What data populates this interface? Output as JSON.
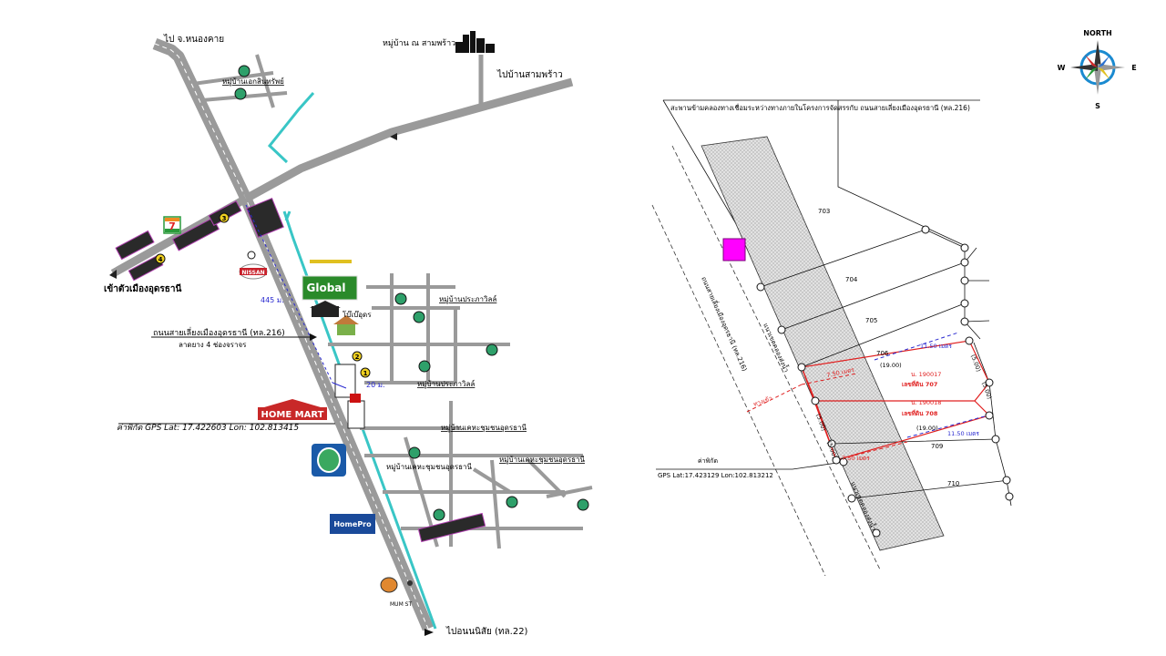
{
  "left_map": {
    "to_nongkhai": "ไป จ.หนองคาย",
    "village_samphrao": "หมู่บ้าน ณ สามพร้าว",
    "to_ban_samphrao": "ไปบ้านสามพร้าว",
    "village_nw": "หมู่บ้านเอกสินทรัพย์",
    "to_udon_city": "เข้าตัวเมืองอุดรธานี",
    "distance_445": "445 ม.",
    "distance_20": "20 ม.",
    "road_bypass": "ถนนสายเลี่ยงเมืองอุดรธานี (ทล.216)",
    "road_bypass_note": "ลาดยาง 4 ช่องจราจร",
    "gps": "ค่าพิกัด GPS   Lat: 17.422603  Lon: 102.813415",
    "village_prakaiwit_1": "หมู่บ้านประภาวิลล์",
    "village_prakaiwit_2": "หมู่บ้านประภาวิลล์",
    "bobee_utor": "โบ๊เบ๊อุดร",
    "village_kheha_1": "หมู่บ้านเคหะชุมชนอุดรธานี",
    "village_kheha_2": "หมู่บ้านเคหะชุมชนอุดรธานี",
    "village_kheha_3": "หมู่บ้านเคหะชุมชนอุดรธานี",
    "to_nonsung": "ไปอนนนิสัย (ทล.22)",
    "global_logo": "Global",
    "homemart_logo": "HOME MART",
    "homepro_logo": "HomePro",
    "seven_logo": "7",
    "nissan_logo": "NISSAN",
    "marker_3": "3",
    "marker_4": "4",
    "marker_1": "1",
    "marker_2": "2",
    "bottom_mark": "MUM\nST"
  },
  "compass": {
    "north": "NORTH",
    "south": "S",
    "east": "E",
    "west": "W"
  },
  "right_map": {
    "header": "สะพานข้ามคลองทางเชื่อมระหว่างทางภายในโครงการจัดสรรกับ ถนนสายเลี่ยงเมืองอุดรธานี (ทล.216)",
    "parcel_703": "703",
    "parcel_704": "704",
    "parcel_705": "705",
    "parcel_706": "706",
    "parcel_709": "709",
    "parcel_710": "710",
    "dim_11_50_top": "11.50 เมตร",
    "dim_19_top": "(19.00)",
    "dim_5_r1": "(5.00)",
    "dim_5_r2": "(5.00)",
    "dim_7_50_top": "7.50 เมตร",
    "deed_190017": "น. 190017",
    "land_no_707": "เลขที่ดิน 707",
    "deed_190018": "น. 190018",
    "land_no_708": "เลขที่ดิน 708",
    "dim_19_bottom": "(19.00)",
    "dim_11_50_bottom": "11.50 เมตร",
    "dim_7_50_bottom": "7.50 เมตร",
    "dim_5_l1": "(5.00)",
    "dim_5_l2": "(5.00)",
    "access": "ทางเข้า",
    "road_label": "ถนนสายเลี่ยงเมืองอุดรธานี (ทล.216)",
    "canal_label_1": "แนวเขตคลองส่งน้ำ",
    "canal_label_2": "แนวเขตคลองส่งน้ำ",
    "gps_title": "ค่าพิกัด",
    "gps_value": "GPS Lat:17.423129 Lon:102.813212"
  },
  "colors": {
    "road": "#9a9a9a",
    "canal": "#39c6c6",
    "magenta": "#ff00ff",
    "red": "#e02020",
    "blue": "#2a2ad0"
  }
}
